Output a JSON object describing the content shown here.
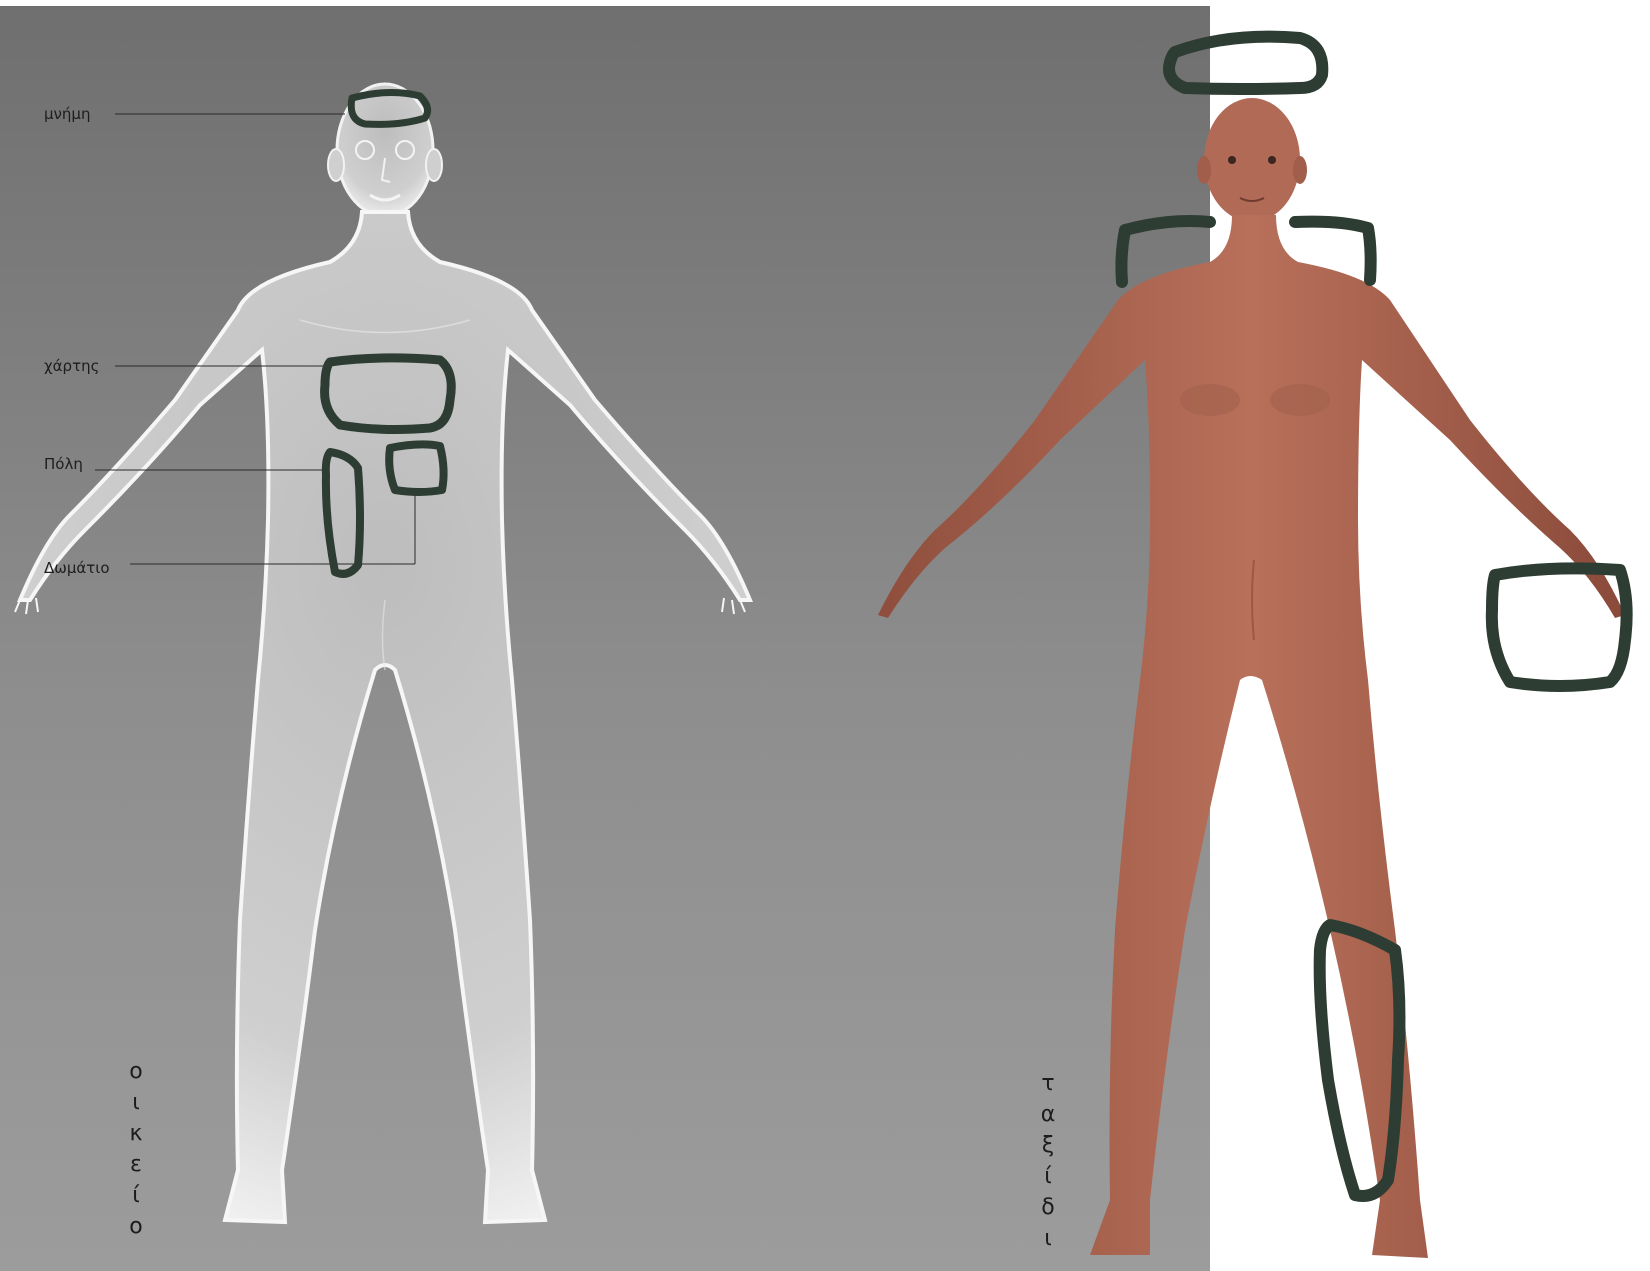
{
  "left_figure": {
    "labels": {
      "memory": "μνήμη",
      "map": "χάρτης",
      "city": "Πόλη",
      "room": "Δωμάτιο"
    },
    "vertical_caption": [
      "ο",
      "ι",
      "κ",
      "ε",
      "ί",
      "ο"
    ]
  },
  "right_figure": {
    "vertical_caption": [
      "τ",
      "α",
      "ξ",
      "ί",
      "δ",
      "ι"
    ]
  },
  "colors": {
    "background_gray_top": "#6f6f6f",
    "background_gray_bottom": "#9c9c9c",
    "page_white": "#ffffff",
    "marker_green": "#2e3d33",
    "skin": "#b06a55",
    "body_white": "#e4e4e4"
  }
}
